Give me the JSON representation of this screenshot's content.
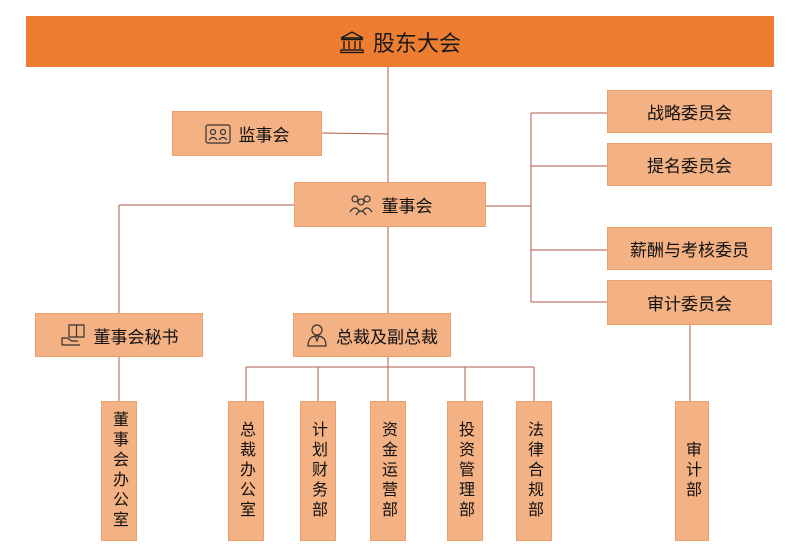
{
  "org": {
    "shareholders": "股东大会",
    "supervisory": "监事会",
    "board": "董事会",
    "strategy": "战略委员会",
    "nomination": "提名委员会",
    "compensation": "薪酬与考核委员",
    "audit_committee": "审计委员会",
    "board_secretary": "董事会秘书",
    "president": "总裁及副总裁",
    "dept_board_office": "董事会办公室",
    "dept_president_office": "总裁办公室",
    "dept_finance": "计划财务部",
    "dept_capital": "资金运营部",
    "dept_investment": "投资管理部",
    "dept_legal": "法律合规部",
    "dept_audit": "审计部"
  },
  "icons": {
    "shareholders": "bank-building-icon",
    "supervisory": "group-icon",
    "board": "people-icon",
    "board_secretary": "book-hand-icon",
    "president": "person-icon"
  }
}
